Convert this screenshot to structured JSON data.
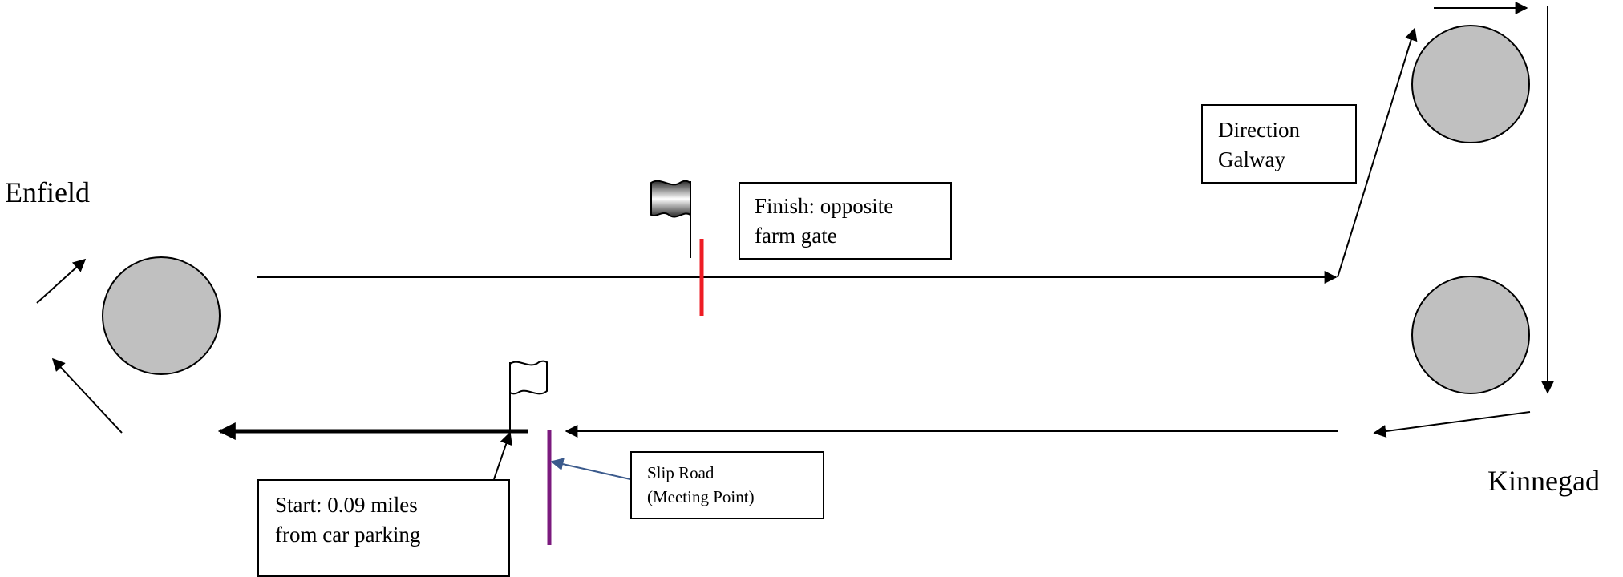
{
  "places": {
    "enfield": "Enfield",
    "kinnegad": "Kinnegad"
  },
  "callouts": {
    "finish": "Finish: opposite\nfarm gate",
    "direction": "Direction\nGalway",
    "start": "Start:  0.09 miles\nfrom car parking",
    "slip_road": "Slip Road\n(Meeting Point)"
  },
  "colors": {
    "roundabout_fill": "#c0c0c0",
    "finish_line": "#ee1c24",
    "start_line": "#7b1a7e",
    "pointer": "#3b5a8c"
  },
  "icons": {
    "finish": "checkered-flag-icon",
    "start": "white-flag-icon"
  }
}
